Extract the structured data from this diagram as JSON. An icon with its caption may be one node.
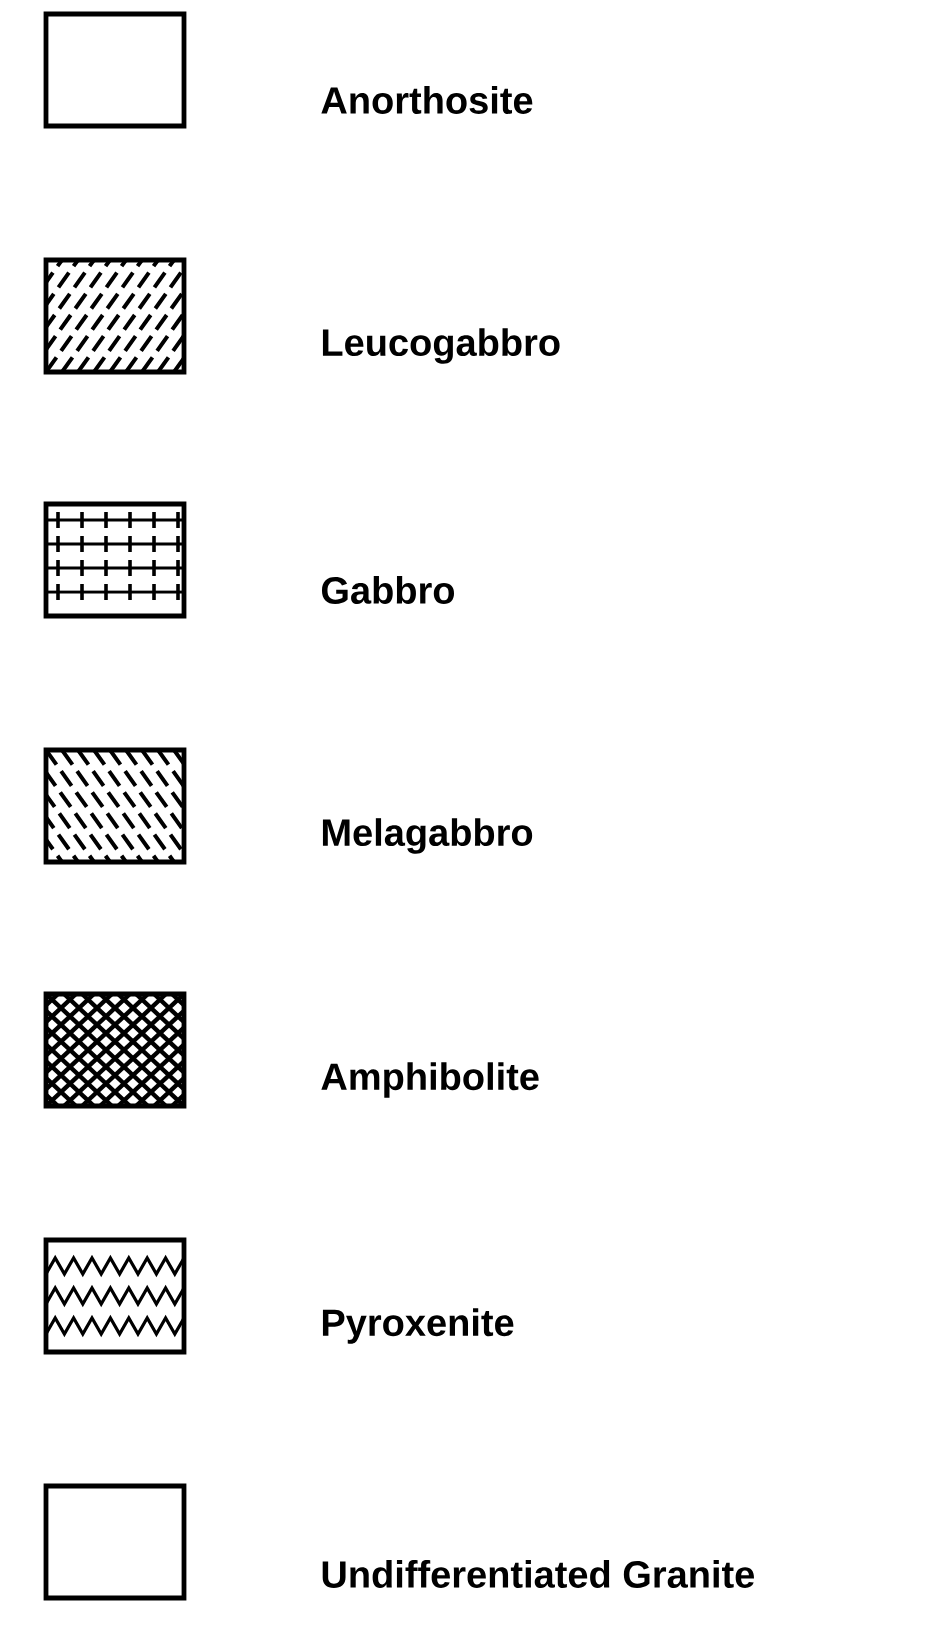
{
  "diagram": {
    "legend": [
      {
        "text": "Anorthosite"
      },
      {
        "text": "Leucogabbro"
      },
      {
        "text": "Gabbro"
      },
      {
        "text": "Melagabbro"
      },
      {
        "text": "Amphibolite"
      },
      {
        "text": "Pyroxenite"
      },
      {
        "text": "Undifferentiated Granite"
      }
    ]
  }
}
